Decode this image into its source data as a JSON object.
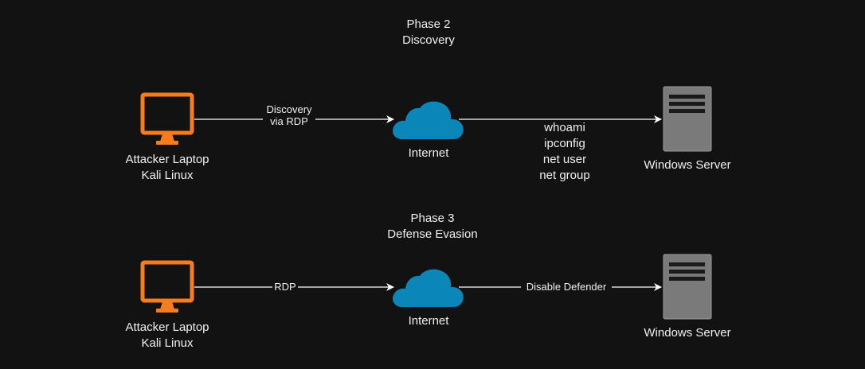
{
  "phase2": {
    "title_line1": "Phase 2",
    "title_line2": "Discovery",
    "attacker": {
      "line1": "Attacker Laptop",
      "line2": "Kali Linux"
    },
    "internet": "Internet",
    "server": "Windows Server",
    "edge1": {
      "line1": "Discovery",
      "line2": "via RDP"
    },
    "commands": [
      "whoami",
      "ipconfig",
      "net user",
      "net group"
    ]
  },
  "phase3": {
    "title_line1": "Phase 3",
    "title_line2": "Defense Evasion",
    "attacker": {
      "line1": "Attacker Laptop",
      "line2": "Kali Linux"
    },
    "internet": "Internet",
    "server": "Windows Server",
    "edge1": "RDP",
    "edge2": "Disable Defender"
  },
  "colors": {
    "background": "#121212",
    "laptop": "#f57c1f",
    "cloud": "#0b86b8",
    "server": "#7a7a7a",
    "arrow": "#ffffff"
  },
  "icons": {
    "attacker": "monitor-icon",
    "internet": "cloud-icon",
    "server": "server-icon"
  }
}
